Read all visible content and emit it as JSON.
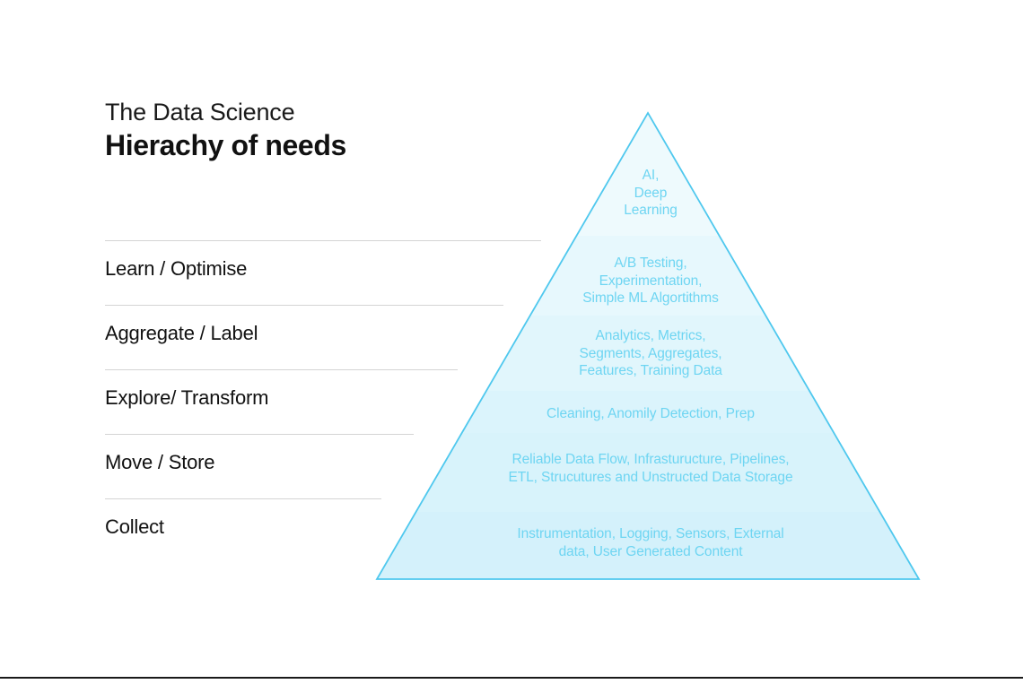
{
  "title": {
    "line1": "The Data Science",
    "line2": "Hierachy of needs"
  },
  "ladder": {
    "items": [
      {
        "label": "Learn / Optimise",
        "divider_width": 486
      },
      {
        "label": "Aggregate / Label",
        "divider_width": 444
      },
      {
        "label": "Explore/ Transform",
        "divider_width": 393
      },
      {
        "label": "Move / Store",
        "divider_width": 344
      },
      {
        "label": "Collect",
        "divider_width": 308
      }
    ]
  },
  "chart_data": {
    "type": "pyramid",
    "title": "The Data Science Hierachy of needs",
    "orientation": "apex-up",
    "accent_color": "#4fc8ee",
    "text_color": "#6ed5f2",
    "levels": [
      {
        "index": 1,
        "stage": "Learn / Optimise",
        "text": "AI,\nDeep\nLearning",
        "fill": "#eefafd"
      },
      {
        "index": 2,
        "stage": "Learn / Optimise",
        "text": "A/B Testing,\nExperimentation,\nSimple ML Algortithms",
        "fill": "#e7f8fd"
      },
      {
        "index": 3,
        "stage": "Aggregate / Label",
        "text": "Analytics, Metrics,\nSegments, Aggregates,\nFeatures, Training Data",
        "fill": "#e1f6fc"
      },
      {
        "index": 4,
        "stage": "Explore/ Transform",
        "text": "Cleaning, Anomily Detection, Prep",
        "fill": "#dbf4fc"
      },
      {
        "index": 5,
        "stage": "Move / Store",
        "text": "Reliable Data Flow, Infrasturucture, Pipelines,\nETL, Strucutures and Unstructed Data Storage",
        "fill": "#d8f3fb"
      },
      {
        "index": 6,
        "stage": "Collect",
        "text": "Instrumentation, Logging, Sensors, External\ndata, User Generated Content",
        "fill": "#d4f1fb"
      }
    ]
  }
}
